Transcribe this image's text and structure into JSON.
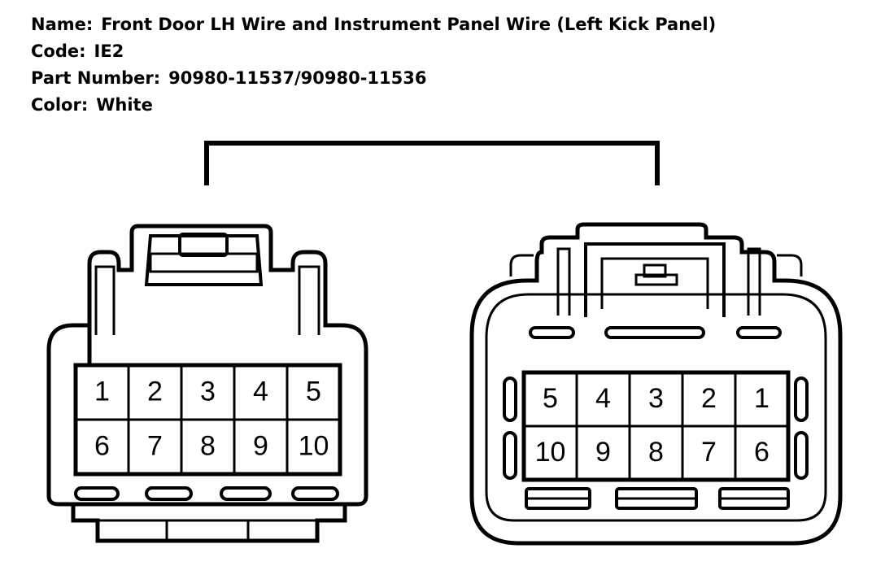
{
  "header": {
    "name_label": "Name:",
    "name_value": "Front Door LH Wire and Instrument Panel Wire (Left Kick Panel)",
    "code_label": "Code:",
    "code_value": "IE2",
    "part_label": "Part Number:",
    "part_value": "90980-11537/90980-11536",
    "color_label": "Color:",
    "color_value": "White"
  },
  "left_connector": {
    "pins_row1": [
      "1",
      "2",
      "3",
      "4",
      "5"
    ],
    "pins_row2": [
      "6",
      "7",
      "8",
      "9",
      "10"
    ]
  },
  "right_connector": {
    "pins_row1": [
      "5",
      "4",
      "3",
      "2",
      "1"
    ],
    "pins_row2": [
      "10",
      "9",
      "8",
      "7",
      "6"
    ]
  }
}
